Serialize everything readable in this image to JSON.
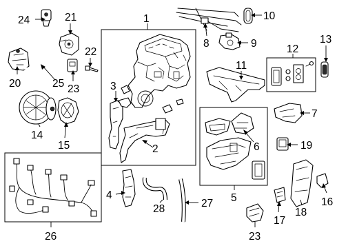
{
  "callouts": [
    {
      "id": "1",
      "label": "1"
    },
    {
      "id": "2",
      "label": "2"
    },
    {
      "id": "3",
      "label": "3"
    },
    {
      "id": "4",
      "label": "4"
    },
    {
      "id": "5",
      "label": "5"
    },
    {
      "id": "6",
      "label": "6"
    },
    {
      "id": "7",
      "label": "7"
    },
    {
      "id": "8",
      "label": "8"
    },
    {
      "id": "9",
      "label": "9"
    },
    {
      "id": "10",
      "label": "10"
    },
    {
      "id": "11",
      "label": "11"
    },
    {
      "id": "12",
      "label": "12"
    },
    {
      "id": "13",
      "label": "13"
    },
    {
      "id": "14",
      "label": "14"
    },
    {
      "id": "15",
      "label": "15"
    },
    {
      "id": "16",
      "label": "16"
    },
    {
      "id": "17",
      "label": "17"
    },
    {
      "id": "18",
      "label": "18"
    },
    {
      "id": "19",
      "label": "19"
    },
    {
      "id": "20",
      "label": "20"
    },
    {
      "id": "21",
      "label": "21"
    },
    {
      "id": "22",
      "label": "22"
    },
    {
      "id": "23a",
      "label": "23"
    },
    {
      "id": "23b",
      "label": "23"
    },
    {
      "id": "24",
      "label": "24"
    },
    {
      "id": "25",
      "label": "25"
    },
    {
      "id": "26",
      "label": "26"
    },
    {
      "id": "27",
      "label": "27"
    },
    {
      "id": "28",
      "label": "28"
    }
  ]
}
